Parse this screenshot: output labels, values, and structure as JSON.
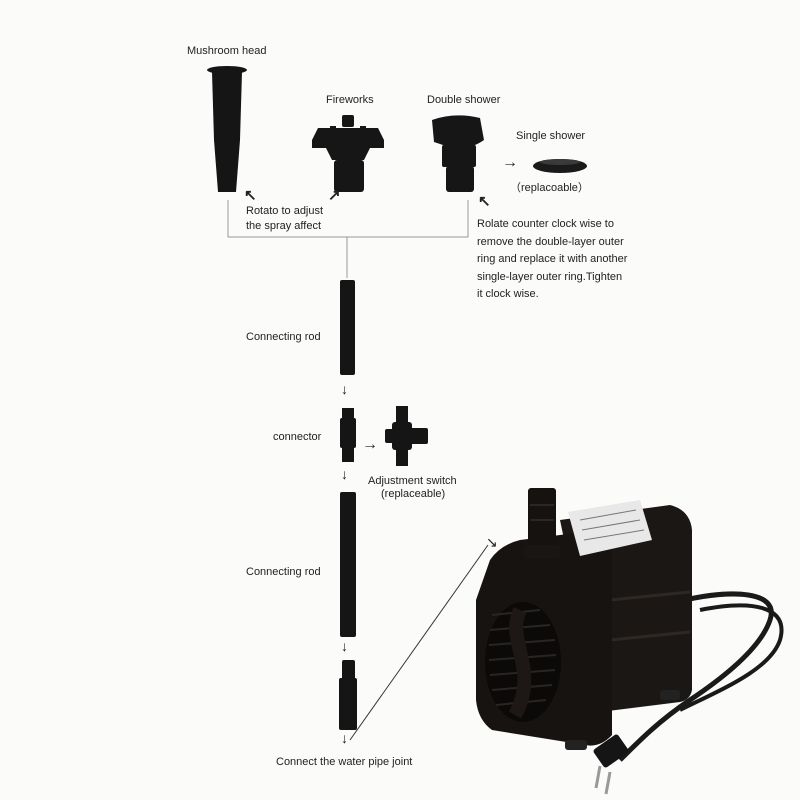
{
  "labels": {
    "mushroom_head": "Mushroom head",
    "fireworks": "Fireworks",
    "double_shower": "Double shower",
    "single_shower": "Single shower",
    "single_shower_note": "（replacoable）",
    "rotate_spray_line1": "Rotato to adjust",
    "rotate_spray_line2": "the spray affect",
    "double_shower_instructions": [
      "Rolate counter clock wise to",
      "remove the double-layer outer",
      "ring and replace it with another",
      "single-layer outer ring.Tighten",
      "it clock wise."
    ],
    "connecting_rod_top": "Connecting rod",
    "connector": "connector",
    "adjustment_switch_line1": "Adjustment switch",
    "adjustment_switch_line2": "(replaceable)",
    "connecting_rod_bottom": "Connecting rod",
    "water_pipe_joint": "Connect the water pipe joint"
  },
  "arrows": {
    "right": "→",
    "down": "↓",
    "up_left": "↖",
    "up_right": "↗"
  },
  "colors": {
    "part_black": "#141414",
    "line_gray": "#888888",
    "background": "#fbfbfa"
  }
}
